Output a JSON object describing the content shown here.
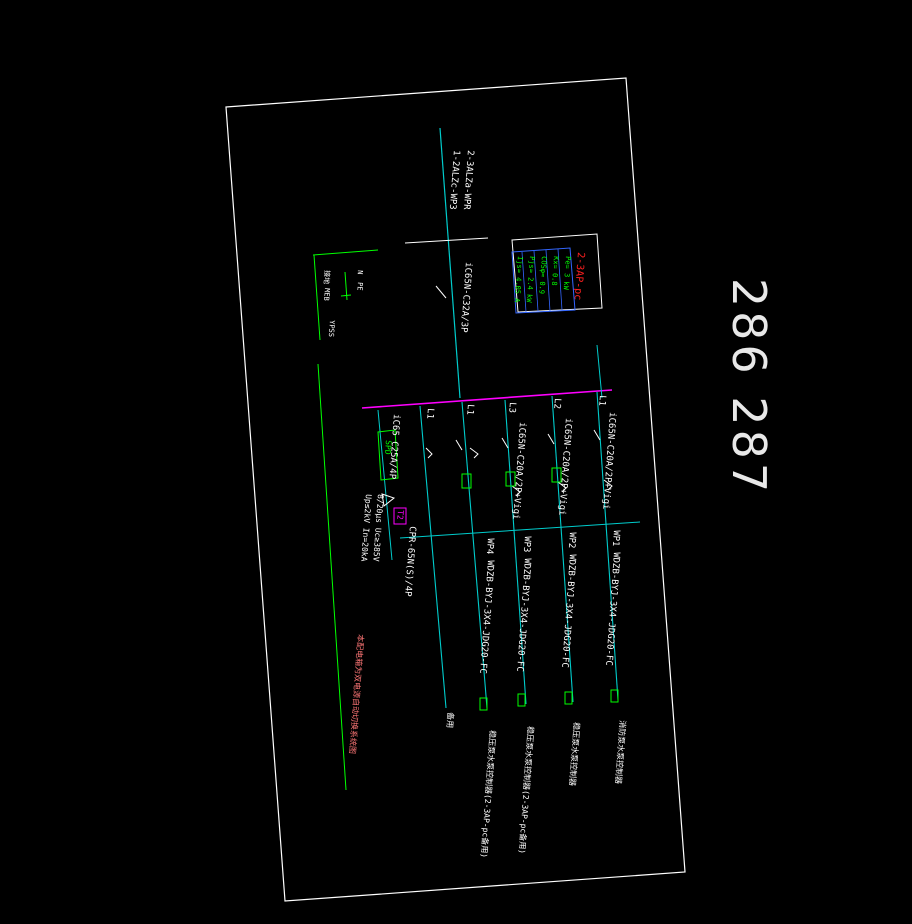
{
  "colors": {
    "background": "#000000",
    "frame": "#ffffff",
    "bus": "#00cccc",
    "busbar": "#ff00ff",
    "green": "#00ff00",
    "red": "#ff2020",
    "blue": "#3366ff",
    "white": "#ffffff"
  },
  "page_numbers": "286  287",
  "incoming": {
    "line1": "2-3ALZa-WPR",
    "line2": "1-2ALZc-WP3",
    "breaker": "iC65N-C32A/3P"
  },
  "panel": {
    "name_line1": "2-3AP-pc",
    "name_line2": "",
    "table": [
      {
        "key": "Pe=",
        "value": "3",
        "unit": "kW"
      },
      {
        "key": "Kx=",
        "value": "0.8",
        "unit": ""
      },
      {
        "key": "COSφ=",
        "value": "0.9",
        "unit": ""
      },
      {
        "key": "Pjs=",
        "value": "2.4",
        "unit": "kW"
      },
      {
        "key": "Ijs=",
        "value": "4.05",
        "unit": "A"
      }
    ]
  },
  "grounding": {
    "n_label": "N",
    "pe_label": "PE",
    "text1": "接地",
    "text2": "MEB",
    "ground_label": "YPSS"
  },
  "branches": [
    {
      "phase": "L1",
      "breaker": "iC65N-C20A/2P+Vigi",
      "circuit": "WP1",
      "cable": "WDZB-BYJ-3X4-JDG20-FC",
      "load": "消防泵水泵控制器"
    },
    {
      "phase": "L2",
      "breaker": "iC65N-C20A/2P+Vigi",
      "circuit": "WP2",
      "cable": "WDZB-BYJ-3X4-JDG20-FC",
      "load": "稳压泵水泵控制器"
    },
    {
      "phase": "L3",
      "breaker": "iC65N-C20A/2P+Vigi",
      "circuit": "WP3",
      "cable": "WDZB-BYJ-3X4-JDG20-FC",
      "load": "稳压泵水泵控制器(2-3AP-pc备用)"
    },
    {
      "phase": "L1",
      "breaker": "",
      "circuit": "WP4",
      "cable": "WDZB-BYJ-3X4-JDG20-FC",
      "load": "稳压泵水泵控制器(2-3AP-pc备用)"
    },
    {
      "phase": "L1",
      "breaker": "",
      "circuit": "",
      "cable": "",
      "load": "备用"
    }
  ],
  "surge": {
    "breaker": "iC65 C25A/4P",
    "spd": "CPR-65N(S)/4P",
    "params1": "8/20μs  Uc≥385V",
    "params2": "Up≤2kV  In=20kA",
    "tag": "SPD",
    "t2": "T2"
  },
  "note": "本配电箱为双电源自动切换系统图"
}
